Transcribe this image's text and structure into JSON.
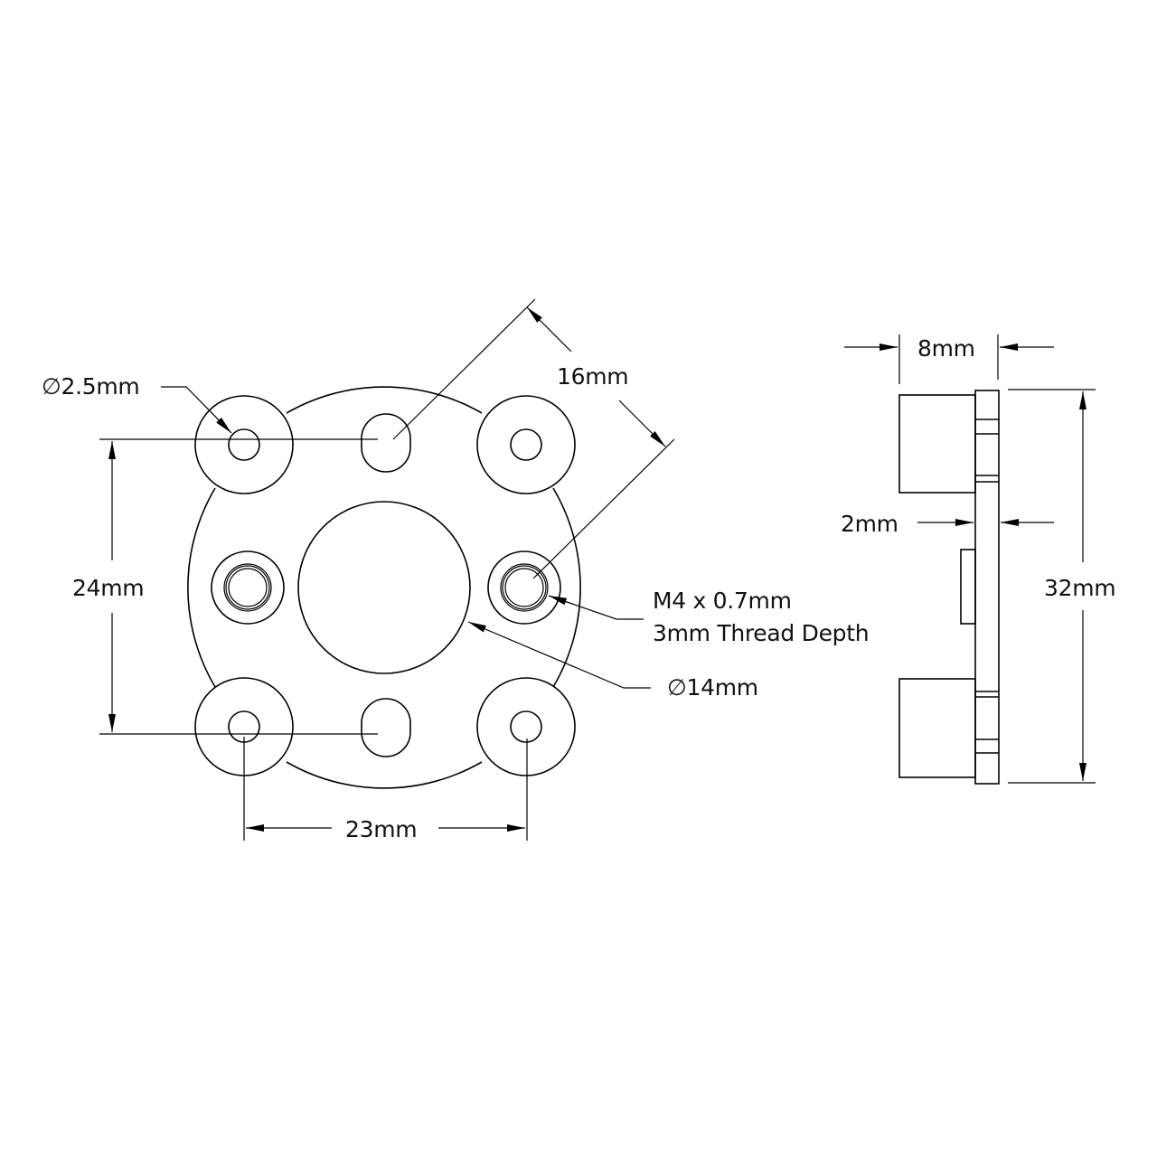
{
  "drawing": {
    "front_view": {
      "hole_diameter_label": "∅2.5mm",
      "slot_spacing_diagonal_label": "16mm",
      "vertical_spacing_label": "24mm",
      "horizontal_spacing_label": "23mm",
      "thread_callout_line1": "M4 x 0.7mm",
      "thread_callout_line2": "3mm Thread Depth",
      "bore_diameter_label": "∅14mm"
    },
    "side_view": {
      "overall_depth_label": "8mm",
      "plate_thickness_label": "2mm",
      "overall_height_label": "32mm"
    }
  }
}
